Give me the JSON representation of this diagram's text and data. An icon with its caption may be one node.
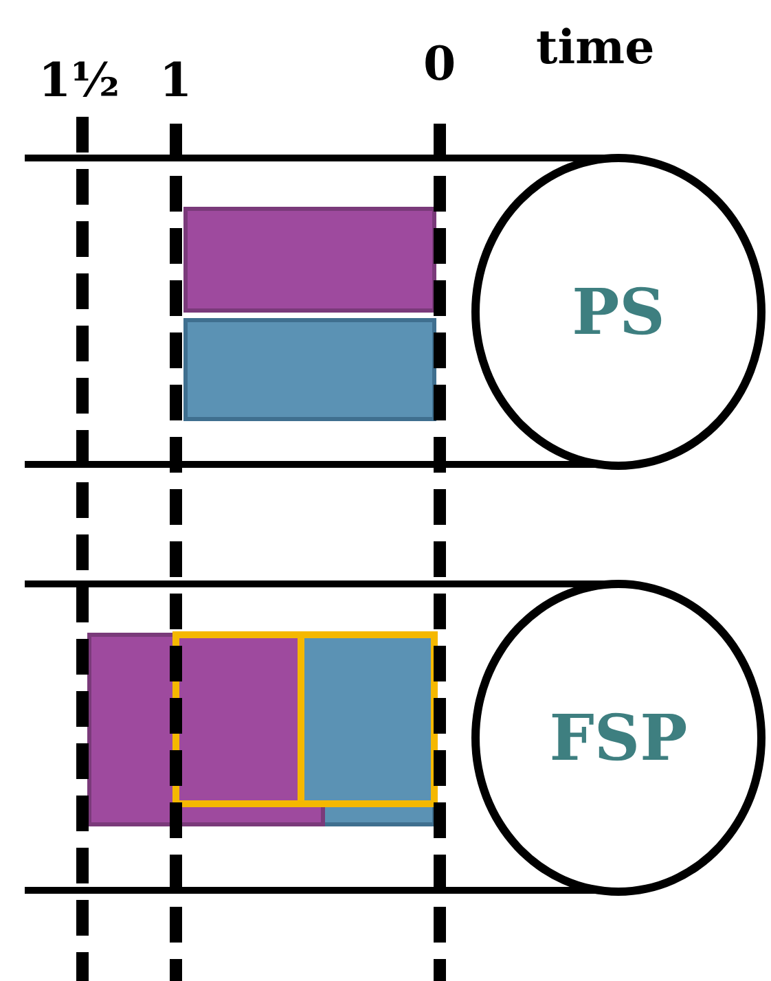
{
  "diagram": {
    "nodes": [
      {
        "text": [
          "PS"
        ]
      },
      {
        "text": [
          "FSP"
        ]
      }
    ],
    "labels": [
      "1½",
      "1",
      "0",
      "time"
    ]
  }
}
